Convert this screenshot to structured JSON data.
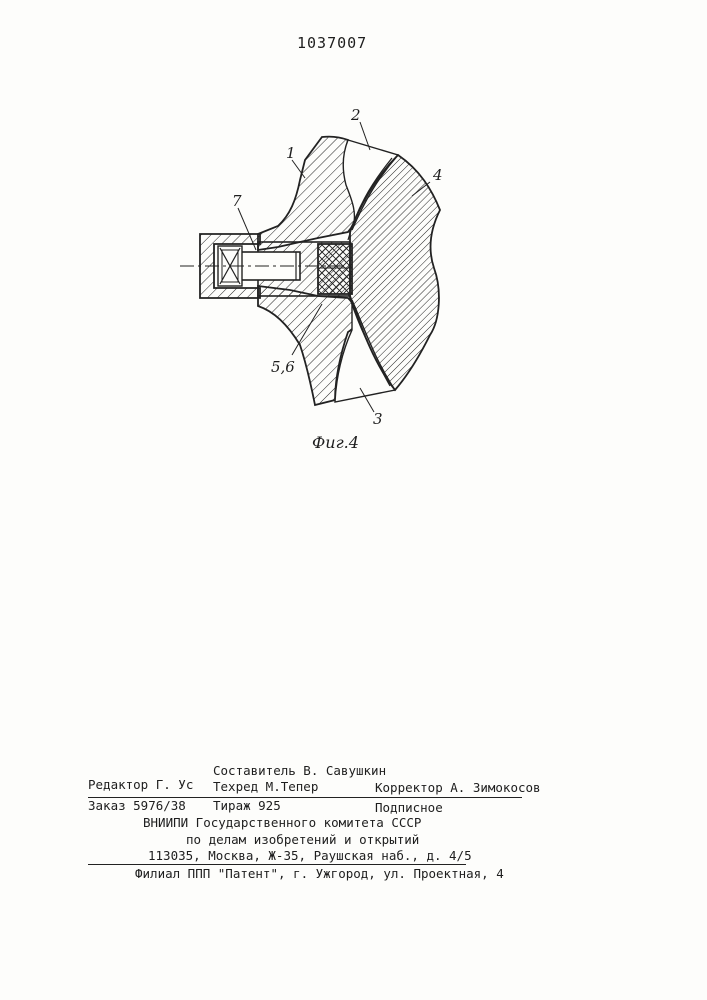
{
  "header": {
    "patent_number": "1037007"
  },
  "figure": {
    "caption": "Фиг.4",
    "labels": {
      "l1": "1",
      "l2": "2",
      "l3": "3",
      "l4": "4",
      "l7": "7",
      "l56": "5,6"
    }
  },
  "imprint": {
    "compiler": "Составитель В. Савушкин",
    "editor": "Редактор Г. Ус",
    "techred": "Техред М.Тепер",
    "corrector": "Корректор А. Зимокосов",
    "order": "Заказ 5976/38",
    "circulation": "Тираж 925",
    "subscription": "Подписное",
    "org_line1": "ВНИИПИ Государственного комитета СССР",
    "org_line2": "по делам изобретений и открытий",
    "address": "113035, Москва, Ж-35, Раушская наб., д. 4/5",
    "branch": "Филиал ППП \"Патент\", г. Ужгород, ул. Проектная, 4"
  }
}
